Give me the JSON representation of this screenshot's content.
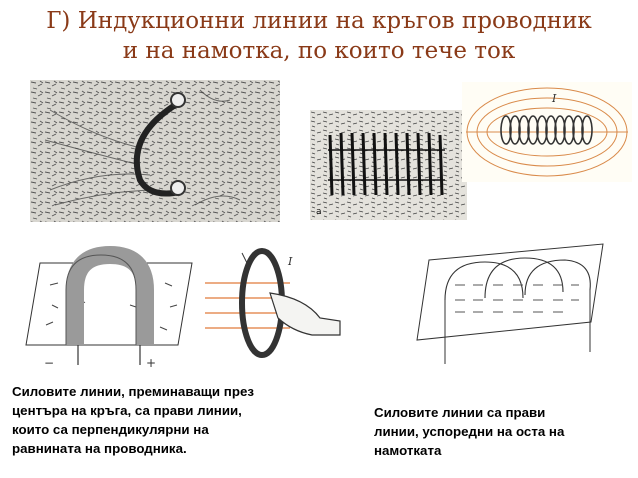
{
  "slide": {
    "title_line1": "Г) Индукционни линии на кръгов проводник",
    "title_line2": "и на намотка, по които тече ток"
  },
  "figures": {
    "coil_diagram_label": "I",
    "ring_diagram_label": "I",
    "photo_corner_label": "а",
    "horseshoe_minus": "−",
    "horseshoe_plus": "+"
  },
  "captions": {
    "left": [
      "Силовите линии, преминаващи през",
      "центъра на кръга, са прави линии,",
      "които са перпендикулярни на",
      "равнината на проводника."
    ],
    "right": [
      "Силовите линии са прави",
      "линии, успоредни на оста на",
      "намотката"
    ]
  }
}
